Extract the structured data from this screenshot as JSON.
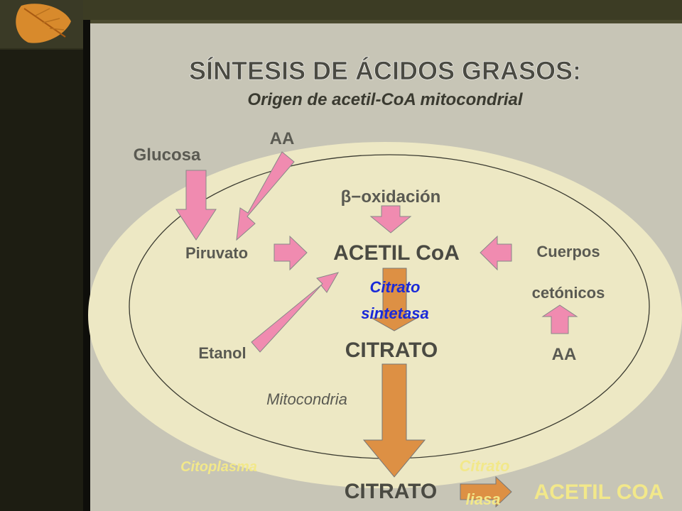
{
  "title": "SÍNTESIS DE ÁCIDOS GRASOS:",
  "subtitle": "Origen de acetil-CoA mitocondrial",
  "labels": {
    "glucosa": "Glucosa",
    "aa_top": "AA",
    "beta_oxidation": "β−oxidación",
    "piruvato": "Piruvato",
    "acetil_coa": "ACETIL CoA",
    "cuerpos": "Cuerpos",
    "cetonicos": "cetónicos",
    "citrato_sintetasa_1": "Citrato",
    "citrato_sintetasa_2": "sintetasa",
    "etanol": "Etanol",
    "citrato_mito": "CITRATO",
    "aa_bottom": "AA",
    "mitocondria": "Mitocondria",
    "citoplasma": "Citoplasma",
    "citrato_cyto": "CITRATO",
    "citrato_liasa_1": "Citrato",
    "citrato_liasa_2": "liasa",
    "acetil_coa_cyto": "ACETIL COA"
  },
  "colors": {
    "slide_bg": "#c7c5b6",
    "cytoplasm_fill": "#ede8c4",
    "pink_arrow": "#f08bb0",
    "orange_arrow": "#dd9044",
    "enzyme_blue": "#1a2ad8",
    "yellow_text": "#f2e88a"
  }
}
